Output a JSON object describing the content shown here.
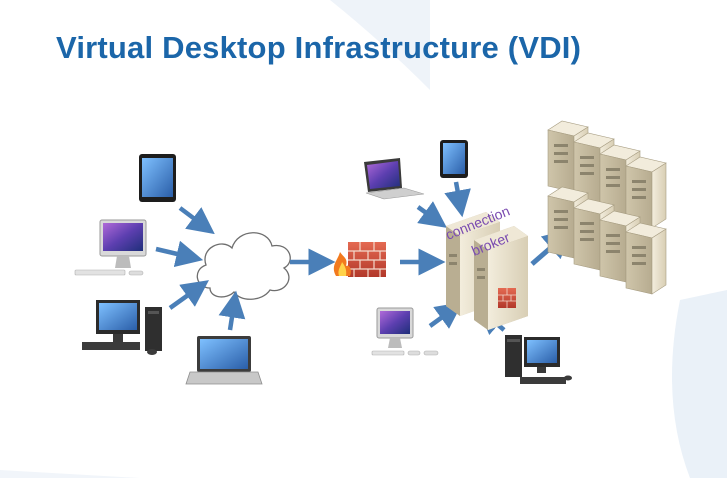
{
  "title": "Virtual Desktop Infrastructure (VDI)",
  "broker": {
    "line1": "connection",
    "line2": "broker"
  },
  "colors": {
    "title": "#1b66a9",
    "arrow": "#4a7fb8",
    "broker_text": "#7a4bb0",
    "background_shape": "#eaf1f8"
  },
  "icons": {
    "left_clients": [
      "tablet-icon",
      "imac-icon",
      "desktop-pc-icon",
      "laptop-icon"
    ],
    "network": "cloud-icon",
    "security": "firewall-icon",
    "right_clients": [
      "macbook-laptop-icon",
      "tablet-icon",
      "imac-icon",
      "desktop-pc-icon"
    ],
    "broker": "connection-broker-server-icon",
    "datacenter": "server-rack-icon"
  }
}
